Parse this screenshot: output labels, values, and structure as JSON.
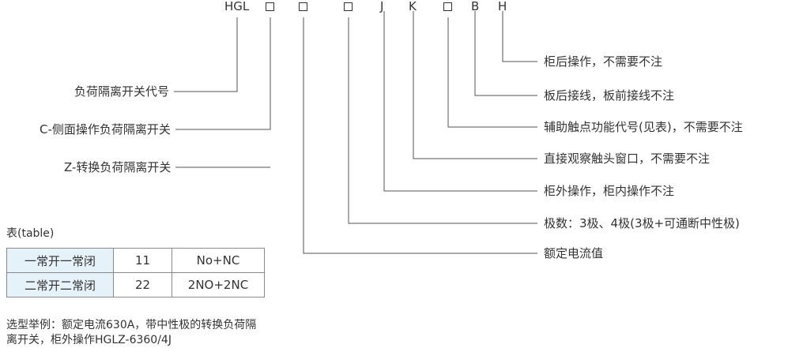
{
  "model_code": {
    "parts": [
      {
        "kind": "text",
        "text": "HGL"
      },
      {
        "kind": "box"
      },
      {
        "kind": "box"
      },
      {
        "kind": "box"
      },
      {
        "kind": "text",
        "text": "J"
      },
      {
        "kind": "text",
        "text": "K"
      },
      {
        "kind": "box"
      },
      {
        "kind": "text",
        "text": "B"
      },
      {
        "kind": "text",
        "text": "H"
      }
    ]
  },
  "left_labels": [
    "负荷隔离开关代号",
    "C-侧面操作负荷隔离开关",
    "Z-转换负荷隔离开关"
  ],
  "right_labels": [
    "柜后操作，不需要不注",
    "板后接线，板前接线不注",
    "辅助触点功能代号(见表)，不需要不注",
    "直接观察触头窗口，不需要不注",
    "柜外操作，柜内操作不注",
    "极数：3极、4极(3极+可通断中性极)",
    "额定电流值"
  ],
  "table": {
    "caption": "表(table)",
    "rows": [
      [
        "一常开一常闭",
        "11",
        "No+NC"
      ],
      [
        "二常开二常闭",
        "22",
        "2NO+2NC"
      ]
    ]
  },
  "example": "选型举例：额定电流630A，带中性极的转换负荷隔离开关，柜外操作HGLZ-6360/4J"
}
